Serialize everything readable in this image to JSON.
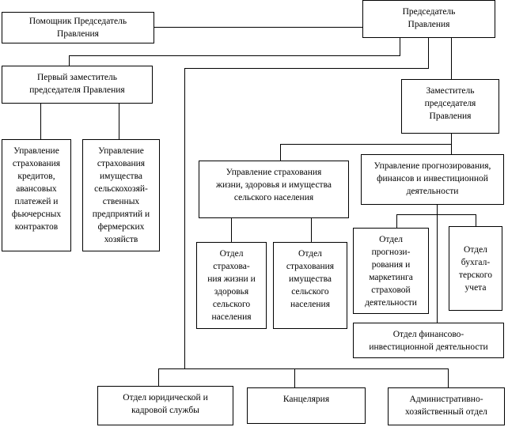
{
  "title": "Организационная структура",
  "nodes": {
    "assistant": "Помощник Председатель\nПравления",
    "chairman": "Председатель\nПравления",
    "first_deputy": "Первый заместитель\nпредседателя Правления",
    "deputy": "Заместитель\nпредседателя\nПравления",
    "credit_insurance": "Управление\nстрахования\nкредитов,\nавансовых\nплатежей и\nфьючерсных\nконтрактов",
    "property_insurance": "Управление\nстрахования\nимущества\nсельскохозяй-\nственных\nпредприятий и\nфермерских\nхозяйств",
    "life_insurance_dept": "Управление страхования\nжизни, здоровья и имущества\nсельского населения",
    "forecasting_dept": "Управление прогнозирования,\nфинансов и инвестиционной\nдеятельности",
    "life_health_office": "Отдел\nстрахова-\nния жизни и\nздоровья\nсельского\nнаселения",
    "rural_property_office": "Отдел\nстрахования\nимущества\nсельского\nнаселения",
    "forecast_marketing_office": "Отдел\nпрогнози-\nрования и\nмаркетинга\nстраховой\nдеятельности",
    "accounting_office": "Отдел\nбухгал-\nтерского\nучета",
    "finance_investment_office": "Отдел финансово-\nинвестиционной деятельности",
    "legal_hr_office": "Отдел юридической и\nкадровой службы",
    "chancellery": "Канцелярия",
    "admin_office": "Административно-\nхозяйственный отдел"
  }
}
